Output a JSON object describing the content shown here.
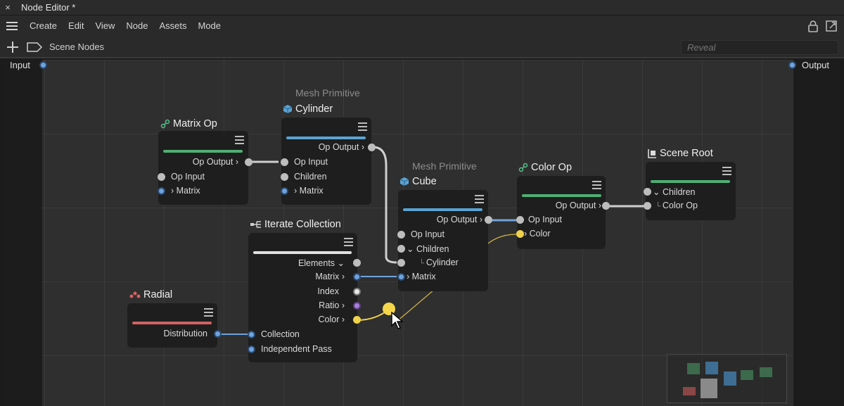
{
  "window": {
    "title": "Node Editor *",
    "close_glyph": "×"
  },
  "menu": {
    "items": [
      "Create",
      "Edit",
      "View",
      "Node",
      "Assets",
      "Mode"
    ]
  },
  "toolbar": {
    "breadcrumb": "Scene Nodes",
    "reveal_placeholder": "Reveal"
  },
  "canvas": {
    "input_label": "Input",
    "output_label": "Output"
  },
  "colors": {
    "blue_port": "#6fa3dd",
    "green_bar": "#4fae74",
    "blue_bar": "#5aa3d3",
    "red_bar": "#d46161",
    "yellow_wire": "#f0d24a"
  },
  "nodes": {
    "matrix_op": {
      "title": "Matrix Op",
      "ports": [
        "Op Output ›",
        "Op Input",
        "› Matrix"
      ],
      "icon": "op-icon"
    },
    "cylinder": {
      "subtitle": "Mesh Primitive",
      "title": "Cylinder",
      "ports": [
        "Op Output ›",
        "Op Input",
        "Children",
        "› Matrix"
      ],
      "icon": "cube-icon"
    },
    "cube": {
      "subtitle": "Mesh Primitive",
      "title": "Cube",
      "ports": [
        "Op Output ›",
        "Op Input",
        "⌄ Children",
        "Cylinder",
        "› Matrix"
      ],
      "icon": "cube-icon"
    },
    "color_op": {
      "title": "Color Op",
      "ports": [
        "Op Output ›",
        "Op Input",
        "› Color"
      ],
      "icon": "op-icon"
    },
    "scene_root": {
      "title": "Scene Root",
      "ports": [
        "⌄ Children",
        "Color Op"
      ],
      "icon": "scene-root-icon"
    },
    "iterate": {
      "title": "Iterate Collection",
      "ports": [
        "Elements ⌄",
        "Matrix ›",
        "Index",
        "Ratio ›",
        "Color ›",
        "Collection",
        "Independent Pass"
      ],
      "icon": "iterate-icon"
    },
    "radial": {
      "title": "Radial",
      "ports": [
        "Distribution"
      ],
      "icon": "radial-icon"
    }
  }
}
